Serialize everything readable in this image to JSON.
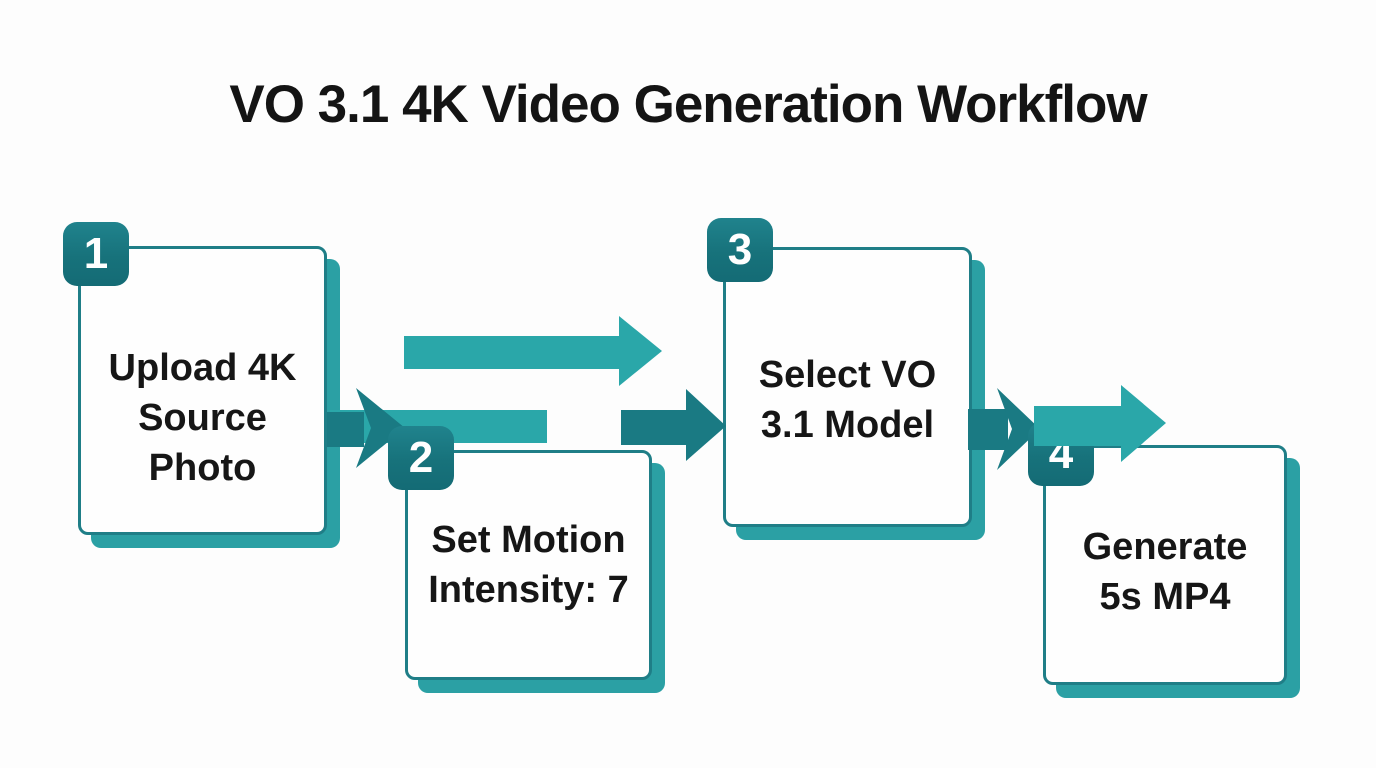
{
  "title": "VO 3.1 4K Video Generation Workflow",
  "steps": [
    {
      "number": "1",
      "lines": [
        "Upload 4K",
        "Source",
        "Photo"
      ]
    },
    {
      "number": "2",
      "lines": [
        "Set Motion",
        "Intensity: 7"
      ]
    },
    {
      "number": "3",
      "lines": [
        "Select VO",
        "3.1 Model"
      ]
    },
    {
      "number": "4",
      "lines": [
        "Generate",
        "5s MP4"
      ]
    }
  ],
  "colors": {
    "arrow_light": "#2aa7a9",
    "arrow_dark": "#1a7a83",
    "box_border": "#1f7e87",
    "box_shadow": "#2ba0a4",
    "badge_bg": "#17727b",
    "badge_text": "#ffffff",
    "text": "#161616",
    "background": "#fdfdfd"
  }
}
